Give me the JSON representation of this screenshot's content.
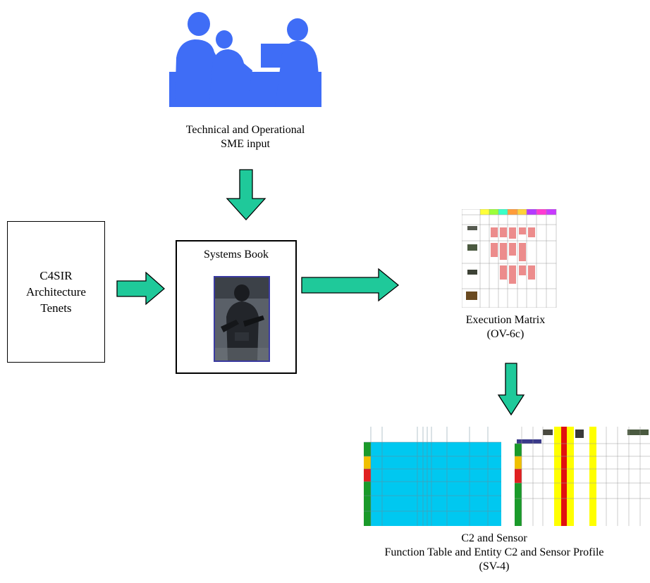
{
  "sme": {
    "line1": "Technical and Operational",
    "line2": "SME input"
  },
  "tenets": {
    "line1": "C4SIR",
    "line2": "Architecture",
    "line3": "Tenets"
  },
  "systems_book": {
    "title": "Systems Book"
  },
  "execution_matrix": {
    "line1": "Execution Matrix",
    "line2": "(OV-6c)"
  },
  "c2_sensor": {
    "line1": "C2 and Sensor",
    "line2": "Function Table and Entity C2 and Sensor Profile",
    "line3": "(SV-4)"
  },
  "colors": {
    "arrow_fill": "#1fc99a",
    "silhouette": "#3f6df6",
    "table_cyan": "#00c8f0"
  }
}
